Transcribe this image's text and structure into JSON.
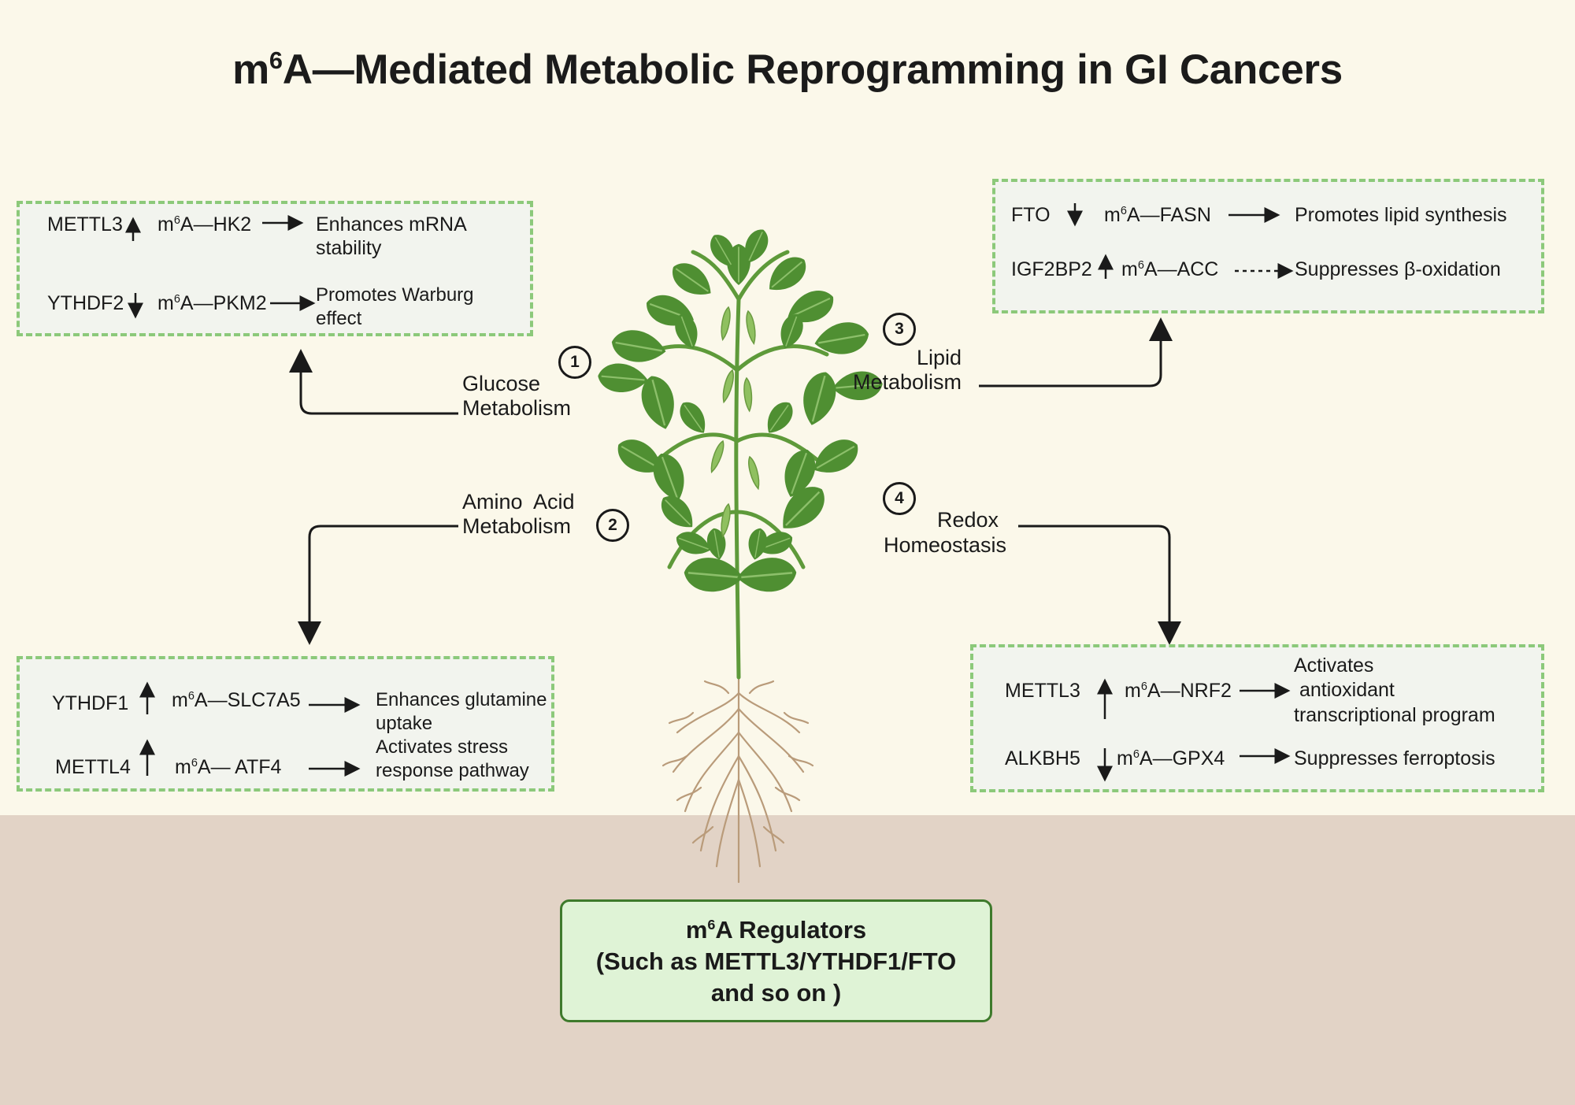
{
  "title": {
    "pre": "m",
    "sup": "6",
    "rest": "A—Mediated Metabolic Reprogramming in GI Cancers"
  },
  "hubs": {
    "glucose": {
      "badge": "1",
      "line1": "Glucose",
      "line2": "Metabolism"
    },
    "amino": {
      "badge": "2",
      "line1": "Amino  Acid",
      "line2": "Metabolism"
    },
    "lipid": {
      "badge": "3",
      "line1": "Lipid",
      "line2": "Metabolism"
    },
    "redox": {
      "badge": "4",
      "line1": "Redox",
      "line2": "Homeostasis"
    }
  },
  "glucose_panel": {
    "row1": {
      "regulator": "METTL3",
      "direction": "up",
      "target_pre": "m",
      "target_sup": "6",
      "target": "A—HK2",
      "effect1": "Enhances mRNA",
      "effect2": "stability"
    },
    "row2": {
      "regulator": "YTHDF2",
      "direction": "down",
      "target_pre": "m",
      "target_sup": "6",
      "target": "A—PKM2",
      "effect1": "Promotes Warburg",
      "effect2": "effect"
    }
  },
  "lipid_panel": {
    "row1": {
      "regulator": "FTO",
      "direction": "down",
      "target_pre": "m",
      "target_sup": "6",
      "target": "A—FASN",
      "effect1": "Promotes lipid synthesis"
    },
    "row2": {
      "regulator": "IGF2BP2",
      "direction": "up",
      "target_pre": "m",
      "target_sup": "6",
      "target": "A—ACC",
      "effect1": "Suppresses β-oxidation"
    }
  },
  "amino_panel": {
    "row1": {
      "regulator": "YTHDF1",
      "direction": "up",
      "target_pre": "m",
      "target_sup": "6",
      "target": "A—SLC7A5",
      "effect1": "Enhances glutamine",
      "effect2": "uptake"
    },
    "row2": {
      "regulator": "METTL4",
      "direction": "up",
      "target_pre": "m",
      "target_sup": "6",
      "target": "A— ATF4",
      "effect1": "Activates stress",
      "effect2": "response pathway"
    }
  },
  "redox_panel": {
    "row1": {
      "regulator": "METTL3",
      "direction": "up",
      "target_pre": "m",
      "target_sup": "6",
      "target": "A—NRF2",
      "effect1": "Activates",
      "effect2": " antioxidant",
      "effect3": "transcriptional program"
    },
    "row2": {
      "regulator": "ALKBH5",
      "direction": "down",
      "target_pre": "m",
      "target_sup": "6",
      "target": "A—GPX4",
      "effect1": "Suppresses ferroptosis"
    }
  },
  "regulators": {
    "line1_pre": "m",
    "line1_sup": "6",
    "line1_rest": "A Regulators",
    "line2": "(Such as METTL3/YTHDF1/FTO",
    "line3": "and so on )"
  },
  "colors": {
    "background": "#fbf8ea",
    "soil": "#e2d3c6",
    "panel_border": "#8cc97a",
    "panel_fill": "#f2f4ee",
    "regulator_box": "#dff3d6",
    "leaf": "#4f8f32",
    "root": "#b99b7a"
  },
  "icons": {
    "plant": "soybean-plant-icon",
    "up": "arrow-up-icon",
    "down": "arrow-down-icon"
  }
}
